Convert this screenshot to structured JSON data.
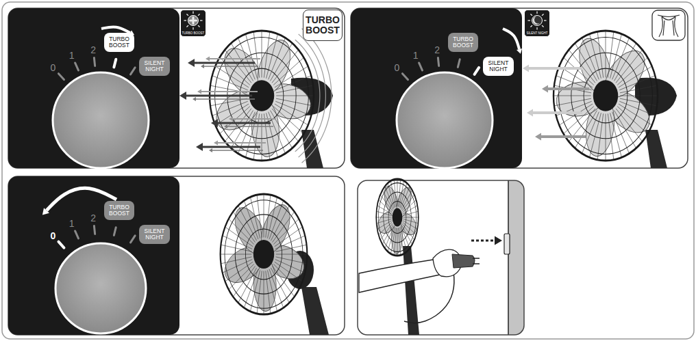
{
  "diagram": {
    "nodes": [
      {
        "text": [
          "TURBO BOOST"
        ]
      },
      {
        "text": [
          "SILENT NIGHT"
        ]
      },
      {
        "text": [
          "TURBO BOOST"
        ]
      },
      {
        "text": [
          "TURBO BOOST"
        ]
      },
      {
        "text": [
          "TURBO BOOST"
        ]
      },
      {
        "text": [
          "SILENT NIGHT"
        ]
      },
      {
        "text": [
          "SILENT NIGHT"
        ]
      },
      {
        "text": [
          "TURBO BOOST"
        ]
      },
      {
        "text": [
          "SILENT NIGHT"
        ]
      }
    ],
    "labels": [
      "0",
      "1",
      "2",
      "0",
      "1",
      "2",
      "0",
      "1",
      "2"
    ]
  }
}
